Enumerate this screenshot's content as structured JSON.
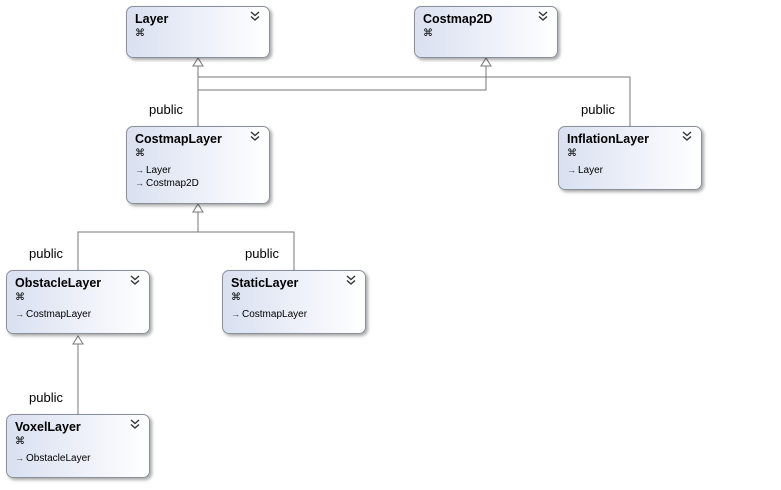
{
  "inheritance_label": "public",
  "class_kind_icon": "class-icon",
  "expand_icon": "double-chevron-down-icon",
  "base_arrow_icon": "arrow-right-icon",
  "classes": {
    "layer": {
      "name": "Layer",
      "bases": []
    },
    "costmap2d": {
      "name": "Costmap2D",
      "bases": []
    },
    "costmaplayer": {
      "name": "CostmapLayer",
      "bases": [
        "Layer",
        "Costmap2D"
      ]
    },
    "inflationlayer": {
      "name": "InflationLayer",
      "bases": [
        "Layer"
      ]
    },
    "obstaclelayer": {
      "name": "ObstacleLayer",
      "bases": [
        "CostmapLayer"
      ]
    },
    "staticlayer": {
      "name": "StaticLayer",
      "bases": [
        "CostmapLayer"
      ]
    },
    "voxellayer": {
      "name": "VoxelLayer",
      "bases": [
        "ObstacleLayer"
      ]
    }
  },
  "relations": {
    "costmaplayer_inherits": "public",
    "inflationlayer_inherits": "public",
    "obstaclelayer_inherits": "public",
    "staticlayer_inherits": "public",
    "voxellayer_inherits": "public"
  }
}
